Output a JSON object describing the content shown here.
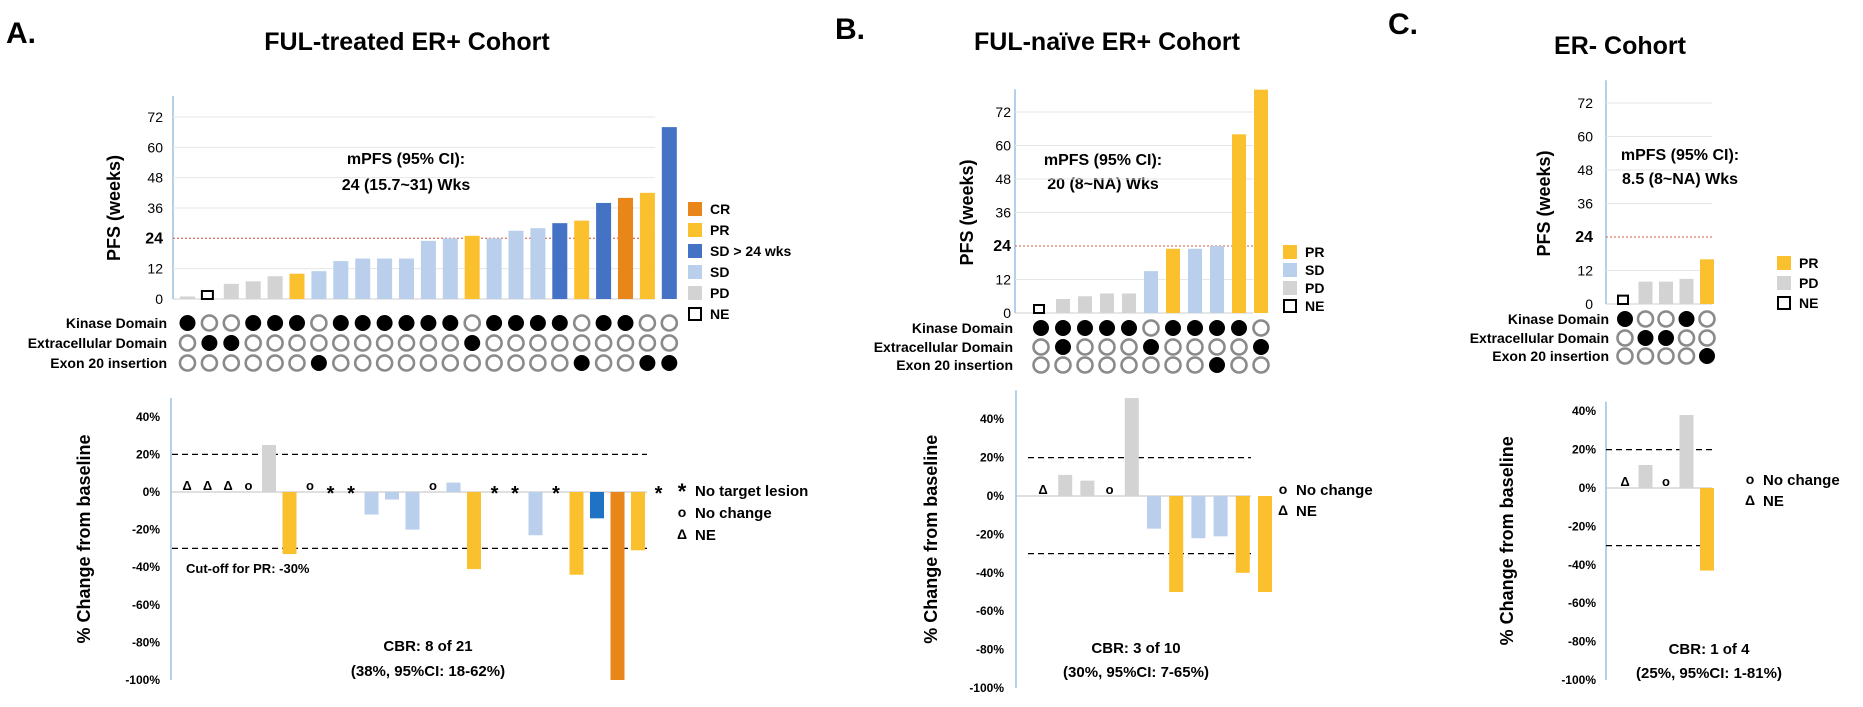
{
  "colors": {
    "CR": "#E8861A",
    "PR": "#FBC02D",
    "SD_long": "#4472C4",
    "SD": "#B9CFEC",
    "PD": "#D3D3D3",
    "change_SD_long": "#1F72C4",
    "axis": "#7FB2DC",
    "ref_line": "#D97A6B"
  },
  "chart_data": [
    {
      "panel": "A.",
      "title": "FUL-treated ER+ Cohort",
      "pfs": {
        "type": "bar",
        "ylabel": "PFS (weeks)",
        "yticks": [
          0,
          12,
          24,
          36,
          48,
          60,
          72
        ],
        "ylim": [
          0,
          78
        ],
        "reference_line": 24,
        "annotation": [
          "mPFS (95% CI):",
          "24 (15.7~31) Wks"
        ],
        "legend": [
          {
            "key": "CR",
            "label": "CR"
          },
          {
            "key": "PR",
            "label": "PR"
          },
          {
            "key": "SD_long",
            "label": "SD > 24 wks"
          },
          {
            "key": "SD",
            "label": "SD"
          },
          {
            "key": "PD",
            "label": "PD"
          },
          {
            "key": "NE",
            "label": "NE"
          }
        ],
        "values": [
          1,
          3,
          6,
          7,
          9,
          10,
          11,
          15,
          16,
          16,
          16,
          23,
          24,
          25,
          24,
          27,
          28,
          30,
          31,
          38,
          40,
          42,
          68
        ],
        "categories": [
          "PD",
          "NE",
          "PD",
          "PD",
          "PD",
          "PR",
          "SD",
          "SD",
          "SD",
          "SD",
          "SD",
          "SD",
          "SD",
          "PR",
          "SD",
          "SD",
          "SD",
          "SD_long",
          "PR",
          "SD_long",
          "CR",
          "PR",
          "SD_long"
        ]
      },
      "mutations": {
        "rows": [
          "Kinase Domain",
          "Extracellular Domain",
          "Exon 20 insertion"
        ],
        "filled": [
          [
            1,
            0,
            0,
            1,
            1,
            1,
            0,
            1,
            1,
            1,
            1,
            1,
            1,
            0,
            1,
            1,
            1,
            1,
            0,
            1,
            1,
            0,
            0
          ],
          [
            0,
            1,
            1,
            0,
            0,
            0,
            0,
            0,
            0,
            0,
            0,
            0,
            0,
            1,
            0,
            0,
            0,
            0,
            0,
            0,
            0,
            0,
            0
          ],
          [
            0,
            0,
            0,
            0,
            0,
            0,
            1,
            0,
            0,
            0,
            0,
            0,
            0,
            0,
            0,
            0,
            0,
            0,
            1,
            0,
            0,
            1,
            1
          ]
        ]
      },
      "change": {
        "type": "bar",
        "ylabel": "% Change from baseline",
        "yticks": [
          "40%",
          "20%",
          "0%",
          "-20%",
          "-40%",
          "-60%",
          "-80%",
          "-100%"
        ],
        "ylim": [
          -100,
          50
        ],
        "dashed_lines": [
          20,
          -30
        ],
        "cutoff_label": "Cut-off for PR: -30%",
        "bars": [
          {
            "v": 0,
            "m": "Δ"
          },
          {
            "v": 0,
            "m": "Δ"
          },
          {
            "v": 0,
            "m": "Δ"
          },
          {
            "v": 0,
            "m": "O"
          },
          {
            "v": 25,
            "c": "PD"
          },
          {
            "v": -33,
            "c": "PR"
          },
          {
            "v": 0,
            "m": "O"
          },
          {
            "v": 0,
            "m": "*"
          },
          {
            "v": 0,
            "m": "*"
          },
          {
            "v": -12,
            "c": "SD"
          },
          {
            "v": -4,
            "c": "SD"
          },
          {
            "v": -20,
            "c": "SD"
          },
          {
            "v": 0,
            "m": "O"
          },
          {
            "v": 5,
            "c": "SD"
          },
          {
            "v": -41,
            "c": "PR"
          },
          {
            "v": 0,
            "m": "*"
          },
          {
            "v": 0,
            "m": "*"
          },
          {
            "v": -23,
            "c": "SD"
          },
          {
            "v": 0,
            "m": "*"
          },
          {
            "v": -44,
            "c": "PR"
          },
          {
            "v": -14,
            "c": "SD_long"
          },
          {
            "v": -100,
            "c": "CR"
          },
          {
            "v": -31,
            "c": "PR"
          },
          {
            "v": 0,
            "m": "*"
          }
        ],
        "legend": [
          {
            "sym": "*",
            "label": "No target lesion"
          },
          {
            "sym": "O",
            "label": "No change"
          },
          {
            "sym": "Δ",
            "label": "NE"
          }
        ],
        "cbr": [
          "CBR: 8 of 21",
          "(38%, 95%CI: 18-62%)"
        ]
      }
    },
    {
      "panel": "B.",
      "title": "FUL-naïve ER+ Cohort",
      "pfs": {
        "type": "bar",
        "ylabel": "PFS (weeks)",
        "yticks": [
          0,
          12,
          24,
          36,
          48,
          60,
          72
        ],
        "ylim": [
          0,
          78
        ],
        "reference_line": 24,
        "annotation": [
          "mPFS (95% CI):",
          "20 (8~NA) Wks"
        ],
        "legend": [
          {
            "key": "PR",
            "label": "PR"
          },
          {
            "key": "SD",
            "label": "SD"
          },
          {
            "key": "PD",
            "label": "PD"
          },
          {
            "key": "NE",
            "label": "NE"
          }
        ],
        "values": [
          1,
          5,
          6,
          7,
          7,
          15,
          23,
          23,
          24,
          64,
          80
        ],
        "categories": [
          "NE",
          "PD",
          "PD",
          "PD",
          "PD",
          "SD",
          "PR",
          "SD",
          "SD",
          "PR",
          "PR"
        ]
      },
      "mutations": {
        "rows": [
          "Kinase Domain",
          "Extracellular Domain",
          "Exon 20 insertion"
        ],
        "filled": [
          [
            1,
            1,
            1,
            1,
            1,
            0,
            1,
            1,
            1,
            1,
            0
          ],
          [
            0,
            1,
            0,
            0,
            0,
            1,
            0,
            0,
            0,
            0,
            1
          ],
          [
            0,
            0,
            0,
            0,
            0,
            0,
            0,
            0,
            1,
            0,
            0
          ]
        ]
      },
      "change": {
        "type": "bar",
        "ylabel": "% Change from baseline",
        "yticks": [
          "40%",
          "20%",
          "0%",
          "-20%",
          "-40%",
          "-60%",
          "-80%",
          "-100%"
        ],
        "ylim": [
          -100,
          55
        ],
        "dashed_lines": [
          20,
          -30
        ],
        "bars": [
          {
            "v": 0,
            "m": "Δ"
          },
          {
            "v": 11,
            "c": "PD"
          },
          {
            "v": 8,
            "c": "PD"
          },
          {
            "v": 0,
            "m": "O"
          },
          {
            "v": 51,
            "c": "PD"
          },
          {
            "v": -17,
            "c": "SD"
          },
          {
            "v": -50,
            "c": "PR"
          },
          {
            "v": -22,
            "c": "SD"
          },
          {
            "v": -21,
            "c": "SD"
          },
          {
            "v": -40,
            "c": "PR"
          },
          {
            "v": -50,
            "c": "PR"
          }
        ],
        "legend": [
          {
            "sym": "O",
            "label": "No change"
          },
          {
            "sym": "Δ",
            "label": "NE"
          }
        ],
        "cbr": [
          "CBR: 3 of 10",
          "(30%, 95%CI: 7-65%)"
        ]
      }
    },
    {
      "panel": "C.",
      "title": "ER- Cohort",
      "pfs": {
        "type": "bar",
        "ylabel": "PFS (weeks)",
        "yticks": [
          0,
          12,
          24,
          36,
          48,
          60,
          72
        ],
        "ylim": [
          0,
          78
        ],
        "reference_line": 24,
        "annotation": [
          "mPFS (95% CI):",
          "8.5 (8~NA) Wks"
        ],
        "legend": [
          {
            "key": "PR",
            "label": "PR"
          },
          {
            "key": "PD",
            "label": "PD"
          },
          {
            "key": "NE",
            "label": "NE"
          }
        ],
        "values": [
          3,
          8,
          8,
          9,
          16
        ],
        "categories": [
          "NE",
          "PD",
          "PD",
          "PD",
          "PR"
        ]
      },
      "mutations": {
        "rows": [
          "Kinase Domain",
          "Extracellular Domain",
          "Exon 20 insertion"
        ],
        "filled": [
          [
            1,
            0,
            0,
            1,
            0
          ],
          [
            0,
            1,
            1,
            0,
            0
          ],
          [
            0,
            0,
            0,
            0,
            1
          ]
        ]
      },
      "change": {
        "type": "bar",
        "ylabel": "% Change from baseline",
        "yticks": [
          "40%",
          "20%",
          "0%",
          "-20%",
          "-40%",
          "-60%",
          "-80%",
          "-100%"
        ],
        "ylim": [
          -100,
          45
        ],
        "dashed_lines": [
          20,
          -30
        ],
        "bars": [
          {
            "v": 0,
            "m": "Δ"
          },
          {
            "v": 12,
            "c": "PD"
          },
          {
            "v": 0,
            "m": "O"
          },
          {
            "v": 38,
            "c": "PD"
          },
          {
            "v": -43,
            "c": "PR"
          }
        ],
        "legend": [
          {
            "sym": "O",
            "label": "No change"
          },
          {
            "sym": "Δ",
            "label": "NE"
          }
        ],
        "cbr": [
          "CBR: 1 of 4",
          "(25%, 95%CI: 1-81%)"
        ]
      }
    }
  ]
}
